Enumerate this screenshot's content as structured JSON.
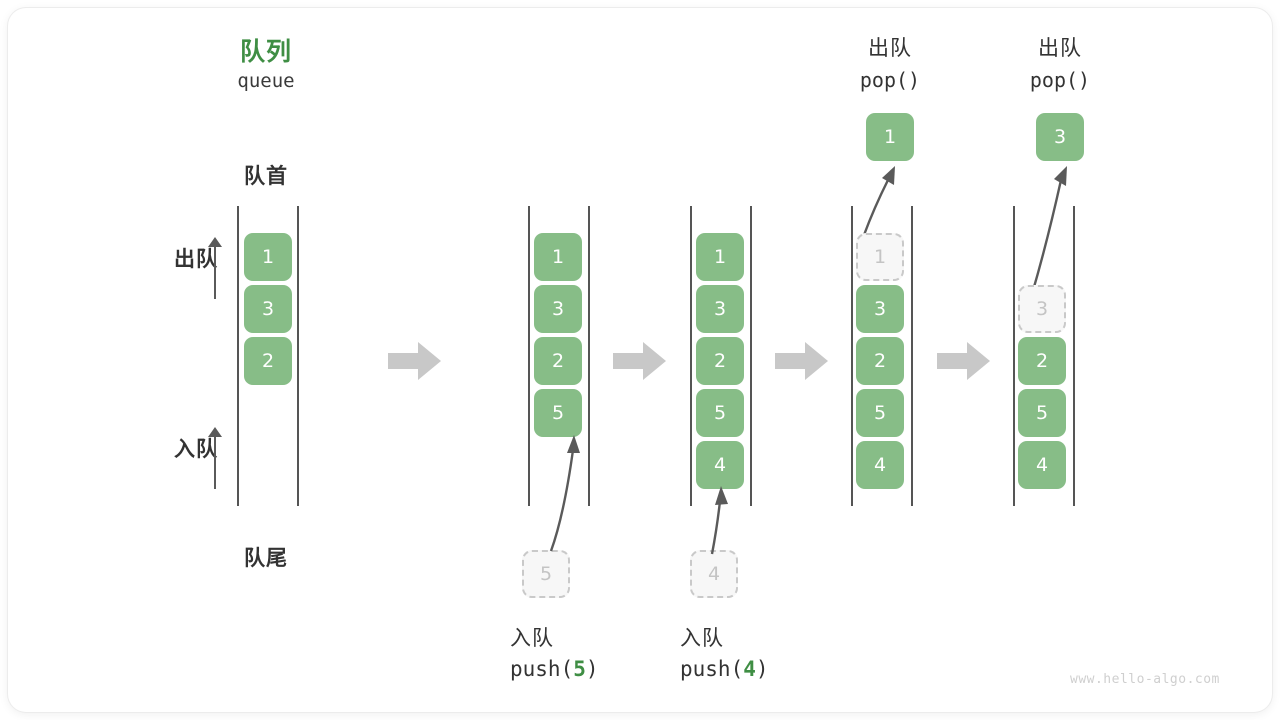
{
  "diagram": {
    "title_cn": "队列",
    "title_en": "queue",
    "front_label": "队首",
    "rear_label": "队尾",
    "dequeue_label": "出队",
    "enqueue_label": "入队",
    "watermark": "www.hello-algo.com",
    "colors": {
      "accent_green": "#3f8e44",
      "cell_green": "#87bd87",
      "rail_gray": "#555555",
      "ghost_gray": "#c9c9c9",
      "step_arrow_gray": "#c8c8c8",
      "text_dark": "#333333",
      "watermark_gray": "#cfcfcf"
    }
  },
  "steps": [
    {
      "id": "initial",
      "header_cn": "",
      "header_code": "",
      "cells": [
        "1",
        "3",
        "2"
      ],
      "ghost_index": null,
      "ghost_value": null,
      "popped_value": null,
      "incoming_value": null,
      "caption_cn": "",
      "caption_code_prefix": "",
      "caption_code_arg": "",
      "caption_code_suffix": ""
    },
    {
      "id": "push-5",
      "header_cn": "",
      "header_code": "",
      "cells": [
        "1",
        "3",
        "2",
        "5"
      ],
      "ghost_index": null,
      "ghost_value": null,
      "popped_value": null,
      "incoming_value": "5",
      "caption_cn": "入队",
      "caption_code_prefix": "push(",
      "caption_code_arg": "5",
      "caption_code_suffix": ")"
    },
    {
      "id": "push-4",
      "header_cn": "",
      "header_code": "",
      "cells": [
        "1",
        "3",
        "2",
        "5",
        "4"
      ],
      "ghost_index": null,
      "ghost_value": null,
      "popped_value": null,
      "incoming_value": "4",
      "caption_cn": "入队",
      "caption_code_prefix": "push(",
      "caption_code_arg": "4",
      "caption_code_suffix": ")"
    },
    {
      "id": "pop-1",
      "header_cn": "出队",
      "header_code": "pop()",
      "cells": [
        "1",
        "3",
        "2",
        "5",
        "4"
      ],
      "ghost_index": 0,
      "ghost_value": "1",
      "popped_value": "1",
      "incoming_value": null,
      "caption_cn": "",
      "caption_code_prefix": "",
      "caption_code_arg": "",
      "caption_code_suffix": ""
    },
    {
      "id": "pop-3",
      "header_cn": "出队",
      "header_code": "pop()",
      "cells": [
        "3",
        "2",
        "5",
        "4"
      ],
      "ghost_index": 0,
      "ghost_value": "3",
      "popped_value": "3",
      "incoming_value": null,
      "caption_cn": "",
      "caption_code_prefix": "",
      "caption_code_arg": "",
      "caption_code_suffix": ""
    }
  ],
  "step_arrows": [
    {
      "id": "sep-1"
    },
    {
      "id": "sep-2"
    },
    {
      "id": "sep-3"
    },
    {
      "id": "sep-4"
    }
  ]
}
